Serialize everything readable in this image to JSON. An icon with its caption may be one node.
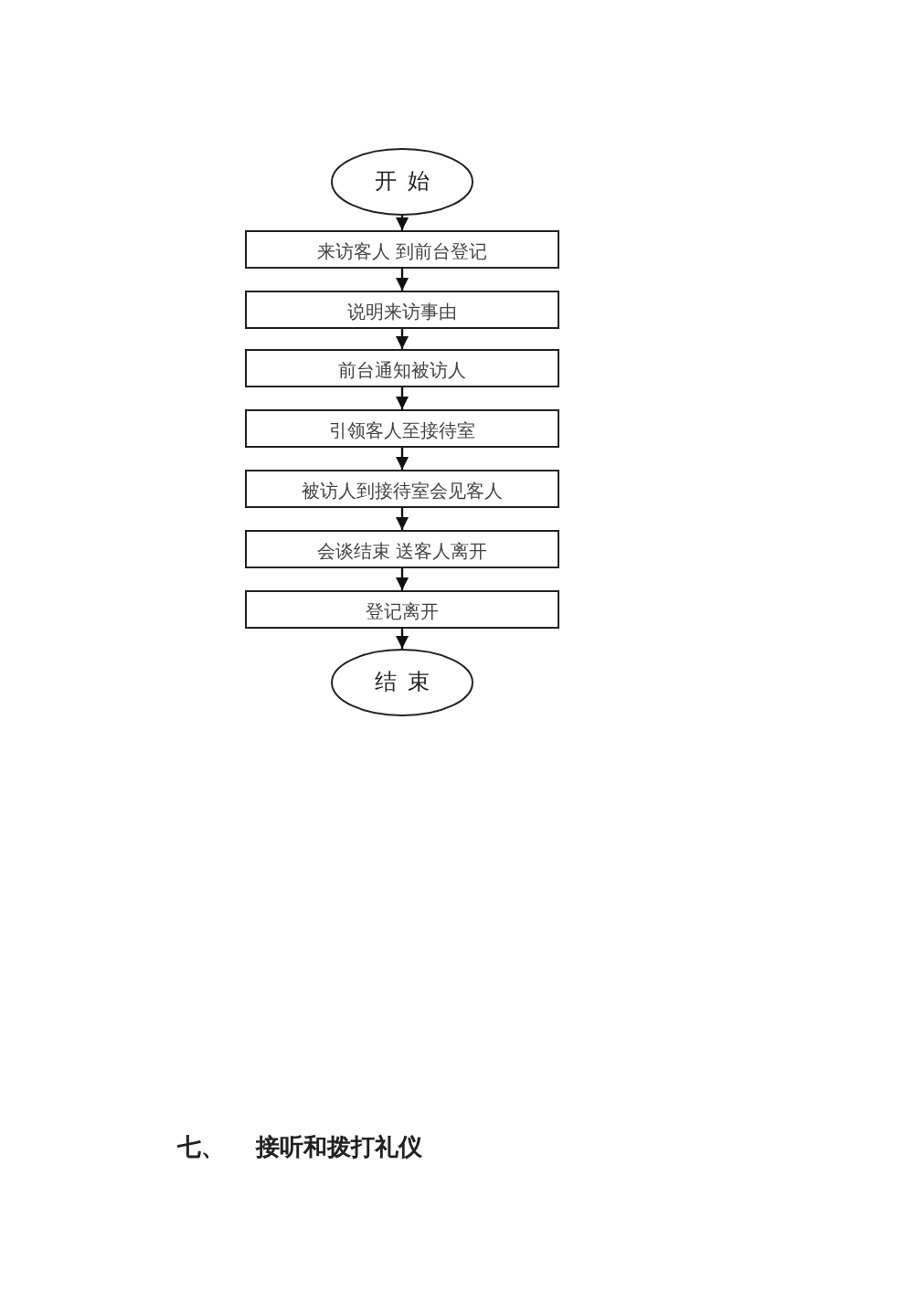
{
  "diagram": {
    "nodes": [
      {
        "text": [
          "开始"
        ]
      },
      {
        "text": [
          "来访客人 到前台登记"
        ]
      },
      {
        "text": [
          "说明来访事由"
        ]
      },
      {
        "text": [
          "前台通知被访人"
        ]
      },
      {
        "text": [
          "引领客人至接待室"
        ]
      },
      {
        "text": [
          "被访人到接待室会见客人"
        ]
      },
      {
        "text": [
          "会谈结束 送客人离开"
        ]
      },
      {
        "text": [
          "登记离开"
        ]
      },
      {
        "text": [
          "结束"
        ]
      }
    ],
    "edges": [
      {
        "from": 0,
        "to": 1,
        "arrow": "to"
      },
      {
        "from": 1,
        "to": 2,
        "arrow": "to"
      },
      {
        "from": 2,
        "to": 3,
        "arrow": "to"
      },
      {
        "from": 3,
        "to": 4,
        "arrow": "to"
      },
      {
        "from": 4,
        "to": 5,
        "arrow": "to"
      },
      {
        "from": 5,
        "to": 6,
        "arrow": "to"
      },
      {
        "from": 6,
        "to": 7,
        "arrow": "to"
      },
      {
        "from": 7,
        "to": 8,
        "arrow": "to"
      }
    ],
    "labels": [
      "七、",
      "接听和拨打礼仪"
    ]
  }
}
